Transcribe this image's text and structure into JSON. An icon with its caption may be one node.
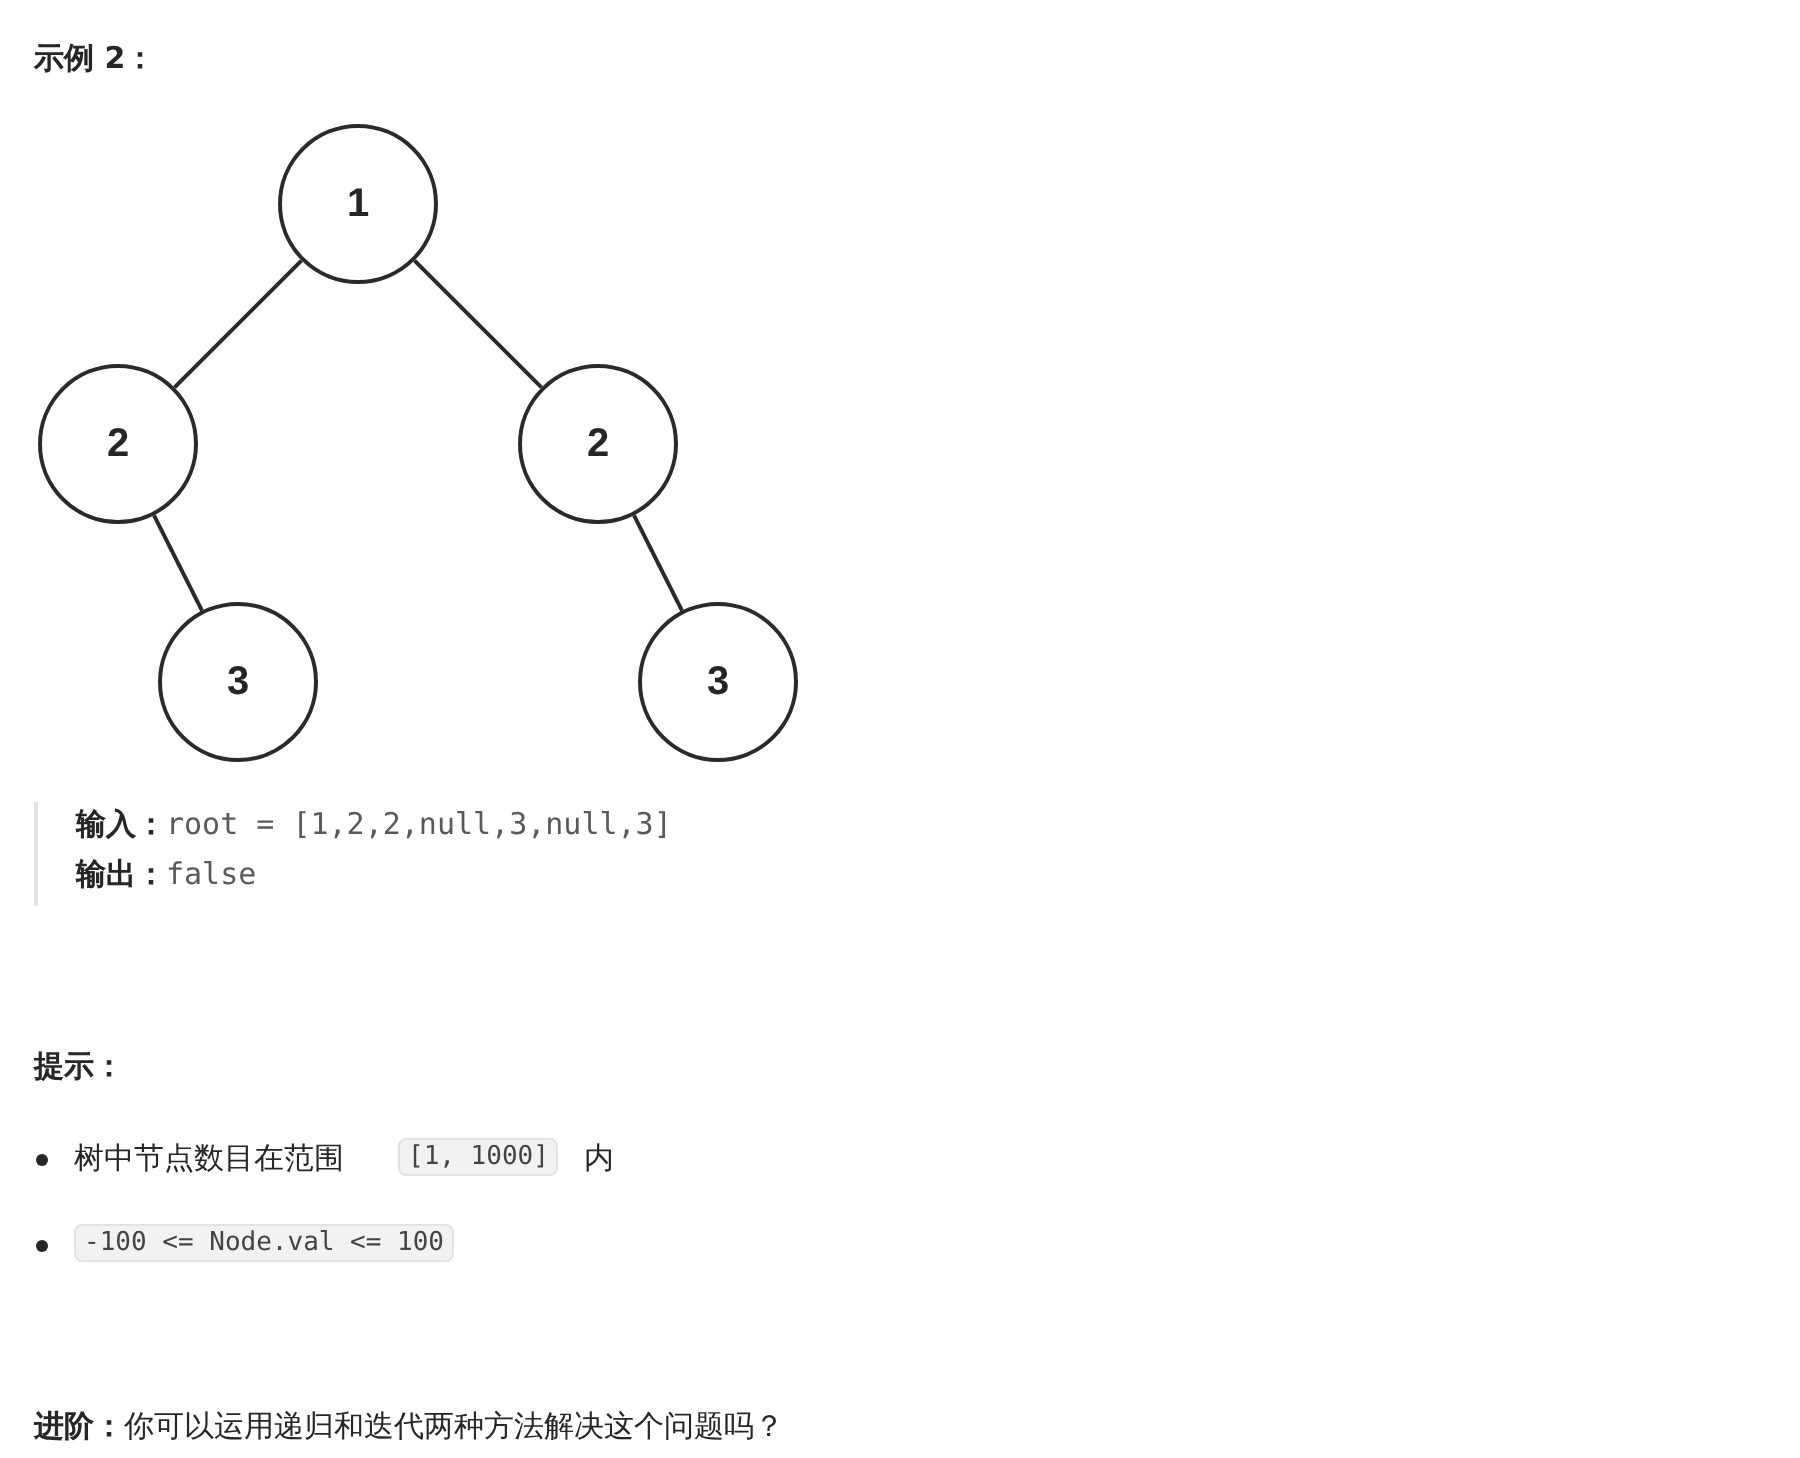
{
  "diagram": {
    "title": "示例 2：",
    "nodes": [
      {
        "text": [
          "1"
        ]
      },
      {
        "text": [
          "2"
        ]
      },
      {
        "text": [
          "2"
        ]
      },
      {
        "text": [
          "3"
        ]
      },
      {
        "text": [
          "3"
        ]
      }
    ],
    "edges": [
      {
        "from": 0,
        "to": 1,
        "arrow": "none"
      },
      {
        "from": 0,
        "to": 2,
        "arrow": "none"
      },
      {
        "from": 1,
        "to": 3,
        "arrow": "none"
      },
      {
        "from": 2,
        "to": 4,
        "arrow": "none"
      }
    ],
    "labels": [
      "**输入：**root = [1,2,2,null,3,null,3]",
      "**输出：**false",
      "提示：",
      "树中节点数目在范围",
      "[1, 1000]",
      "内",
      "-100 <= Node.val <= 100",
      "**进阶：**你可以运用递归和迭代两种方法解决这个问题吗？"
    ]
  }
}
